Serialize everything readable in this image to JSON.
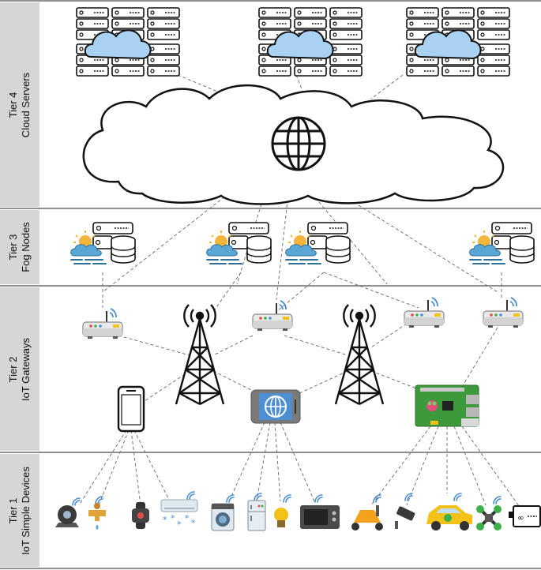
{
  "tiers": [
    {
      "id": "tier4",
      "line1": "Tier 4",
      "line2": "Cloud Servers"
    },
    {
      "id": "tier3",
      "line1": "Tier 3",
      "line2": "Fog Nodes"
    },
    {
      "id": "tier2",
      "line1": "Tier 2",
      "line2": "IoT Gateways"
    },
    {
      "id": "tier1",
      "line1": "Tier 1",
      "line2": "IoT Simple Devices"
    }
  ],
  "colors": {
    "tier_label_bg": "#d6d6d6",
    "cloud_blue": "#a9d2f2",
    "fog_cloud": "#5aa6d6",
    "sun": "#f4b63a",
    "pcb_green": "#3c9a3c",
    "wifi": "#4d8fd1",
    "car_yellow": "#f2c21b"
  },
  "icons": {
    "tier4": [
      "cloud-server-cluster-icon",
      "cloud-server-cluster-icon",
      "cloud-server-cluster-icon",
      "internet-cloud-icon",
      "globe-icon"
    ],
    "tier3": [
      "fog-node-icon",
      "fog-node-icon",
      "fog-node-icon",
      "fog-node-icon"
    ],
    "tier2": [
      "wifi-router-icon",
      "cell-tower-icon",
      "wifi-router-icon",
      "cell-tower-icon",
      "wifi-router-icon",
      "wifi-router-icon",
      "smartphone-icon",
      "tablet-globe-icon",
      "raspberry-pi-board-icon"
    ],
    "tier1": [
      "security-camera-icon",
      "smart-faucet-icon",
      "smartwatch-icon",
      "air-conditioner-icon",
      "washing-machine-icon",
      "refrigerator-icon",
      "light-bulb-icon",
      "microwave-icon",
      "scooter-icon",
      "cctv-camera-icon",
      "car-icon",
      "drone-icon",
      "arduino-board-icon"
    ]
  }
}
